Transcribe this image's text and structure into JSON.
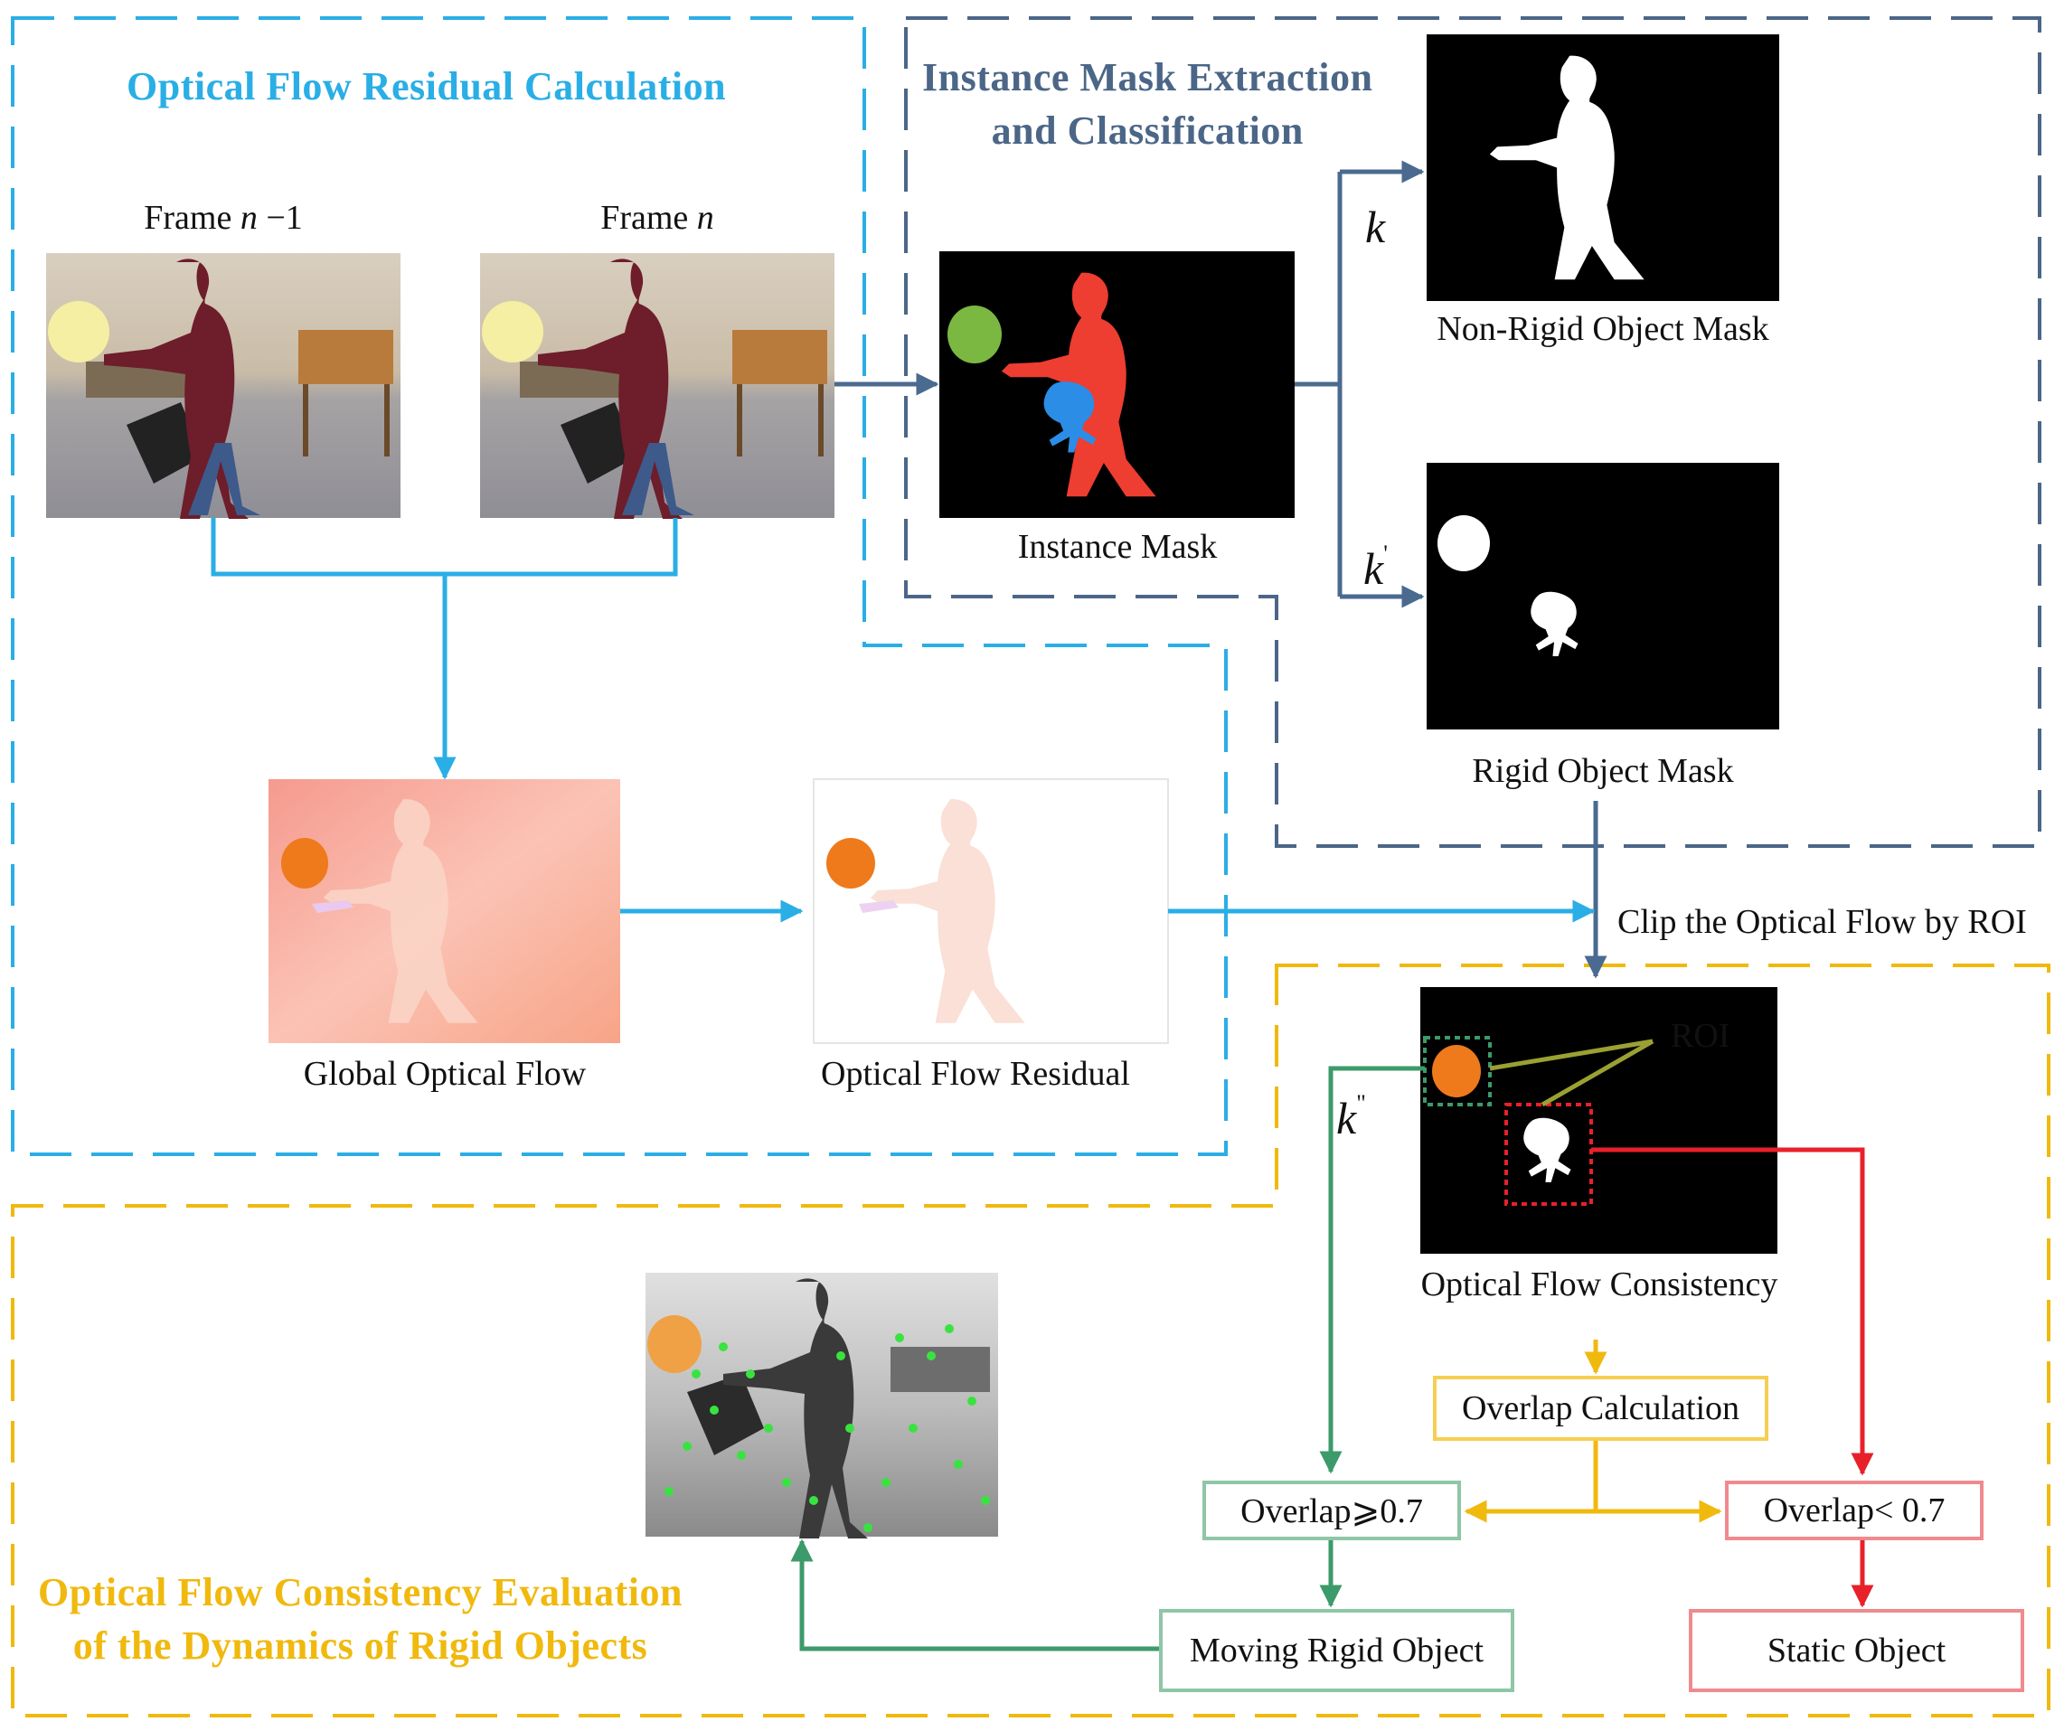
{
  "colors": {
    "residual_section": "#2aaee6",
    "instance_section": "#4b6687",
    "consistency_section": "#f0b90e",
    "moving_path": "#3d9a6a",
    "static_path": "#e8202a",
    "roi_line": "#9aa032",
    "instance_arrow": "#4a6a90"
  },
  "sections": {
    "residual": {
      "title": "Optical Flow Residual Calculation"
    },
    "instance": {
      "title_line1": "Instance Mask Extraction",
      "title_line2": "and Classification"
    },
    "consistency": {
      "title_line1": "Optical Flow Consistency Evaluation",
      "title_line2": "of the Dynamics of Rigid Objects"
    }
  },
  "frames": {
    "prev": {
      "label_prefix": "Frame ",
      "label_var": "n",
      "label_suffix": " −1"
    },
    "curr": {
      "label_prefix": "Frame ",
      "label_var": "n",
      "label_suffix": ""
    }
  },
  "labels": {
    "instance_mask": "Instance Mask",
    "non_rigid_mask": "Non-Rigid Object Mask",
    "rigid_mask": "Rigid Object Mask",
    "global_flow": "Global Optical Flow",
    "flow_residual": "Optical Flow Residual",
    "clip_roi": "Clip the Optical Flow by ROI",
    "roi": "ROI",
    "flow_consistency": "Optical Flow Consistency"
  },
  "symbols": {
    "k": "k",
    "k_prime": "k",
    "k_prime_mark": "'",
    "k_double": "k",
    "k_double_mark": "\""
  },
  "boxes": {
    "overlap_calc": "Overlap Calculation",
    "overlap_ge": "Overlap⩾0.7",
    "overlap_lt": "Overlap< 0.7",
    "moving": "Moving Rigid Object",
    "static": "Static Object"
  },
  "icons": [
    "arrow-icon",
    "scene-photo-icon",
    "mask-image-icon",
    "flow-image-icon"
  ]
}
